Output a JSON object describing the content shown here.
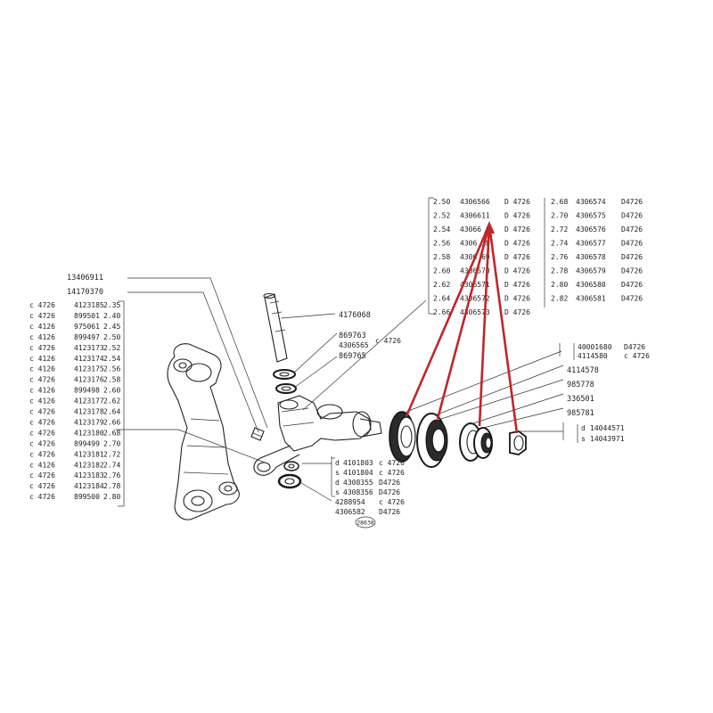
{
  "colors": {
    "ink": "#222222",
    "callout": "#c0262a",
    "paper": "#ffffff"
  },
  "left_table": [
    {
      "code": "c 4726",
      "part": "4123185",
      "size": "2.35"
    },
    {
      "code": "c 4726",
      "part": "899501",
      "size": "2.40"
    },
    {
      "code": "c 4126",
      "part": "975061",
      "size": "2.45"
    },
    {
      "code": "c 4126",
      "part": "899497",
      "size": "2.50"
    },
    {
      "code": "c 4726",
      "part": "4123173",
      "size": "2.52"
    },
    {
      "code": "c 4126",
      "part": "4123174",
      "size": "2.54"
    },
    {
      "code": "c 4126",
      "part": "4123175",
      "size": "2.56"
    },
    {
      "code": "c 4726",
      "part": "4123176",
      "size": "2.58"
    },
    {
      "code": "c 4126",
      "part": "899498",
      "size": "2.60"
    },
    {
      "code": "c 4126",
      "part": "4123177",
      "size": "2.62"
    },
    {
      "code": "c 4726",
      "part": "4123178",
      "size": "2.64"
    },
    {
      "code": "c 4726",
      "part": "4123179",
      "size": "2.66"
    },
    {
      "code": "c 4726",
      "part": "4123180",
      "size": "2.68"
    },
    {
      "code": "c 4726",
      "part": "899499",
      "size": "2.70"
    },
    {
      "code": "c 4726",
      "part": "4123181",
      "size": "2.72"
    },
    {
      "code": "c 4126",
      "part": "4123182",
      "size": "2.74"
    },
    {
      "code": "c 4726",
      "part": "4123183",
      "size": "2.76"
    },
    {
      "code": "c 4726",
      "part": "4123184",
      "size": "2.78"
    },
    {
      "code": "c 4726",
      "part": "899500",
      "size": "2.80"
    }
  ],
  "top_table": {
    "left": [
      {
        "size": "2.50",
        "part": "4306566",
        "code": "D 4726"
      },
      {
        "size": "2.52",
        "part": "4306611",
        "code": "D 4726"
      },
      {
        "size": "2.54",
        "part": "43066 1",
        "code": "D 4726"
      },
      {
        "size": "2.56",
        "part": "4306 58",
        "code": "D 4726"
      },
      {
        "size": "2.58",
        "part": "4306 69",
        "code": "D 4726"
      },
      {
        "size": "2.60",
        "part": "4306570",
        "code": "D 4726"
      },
      {
        "size": "2.62",
        "part": "4306571",
        "code": "D 4726"
      },
      {
        "size": "2.64",
        "part": "4306572",
        "code": "D 4726"
      },
      {
        "size": "2.66",
        "part": "4306573",
        "code": "D 4726"
      }
    ],
    "right": [
      {
        "size": "2.68",
        "part": "4306574",
        "code": "D4726"
      },
      {
        "size": "2.70",
        "part": "4306575",
        "code": "D4726"
      },
      {
        "size": "2.72",
        "part": "4306576",
        "code": "D4726"
      },
      {
        "size": "2.74",
        "part": "4306577",
        "code": "D4726"
      },
      {
        "size": "2.76",
        "part": "4306578",
        "code": "D4726"
      },
      {
        "size": "2.78",
        "part": "4306579",
        "code": "D4726"
      },
      {
        "size": "2.80",
        "part": "4306580",
        "code": "D4726"
      },
      {
        "size": "2.82",
        "part": "4306581",
        "code": "D4726"
      }
    ]
  },
  "labels": {
    "l1": "13406911",
    "l2": "14170370",
    "pin": "4176068",
    "w1a": "869763",
    "w1b": "4306565",
    "w1c": "c 4726",
    "w2": "869765",
    "r1a": "40001680",
    "r1a_code": "D4726",
    "r1b": "4114580",
    "r1b_code": "c 4726",
    "r2": "4114578",
    "r3": "985778",
    "r4": "336501",
    "r5": "985781",
    "nut_d_letter": "d",
    "nut_d": "14044571",
    "nut_s_letter": "s",
    "nut_s": "14043971",
    "b1_letter": "d",
    "b1": "4101803",
    "b1_code": "c 4726",
    "b2_letter": "s",
    "b2": "4101804",
    "b2_code": "c 4726",
    "b3_letter": "d",
    "b3": "4308355",
    "b3_code": "D4726",
    "b4_letter": "s",
    "b4": "4308356",
    "b4_code": "D4726",
    "b5": "4288954",
    "b5_code": "c 4726",
    "b6": "4306582",
    "b6_code": "D4726",
    "stamp": "28638"
  }
}
